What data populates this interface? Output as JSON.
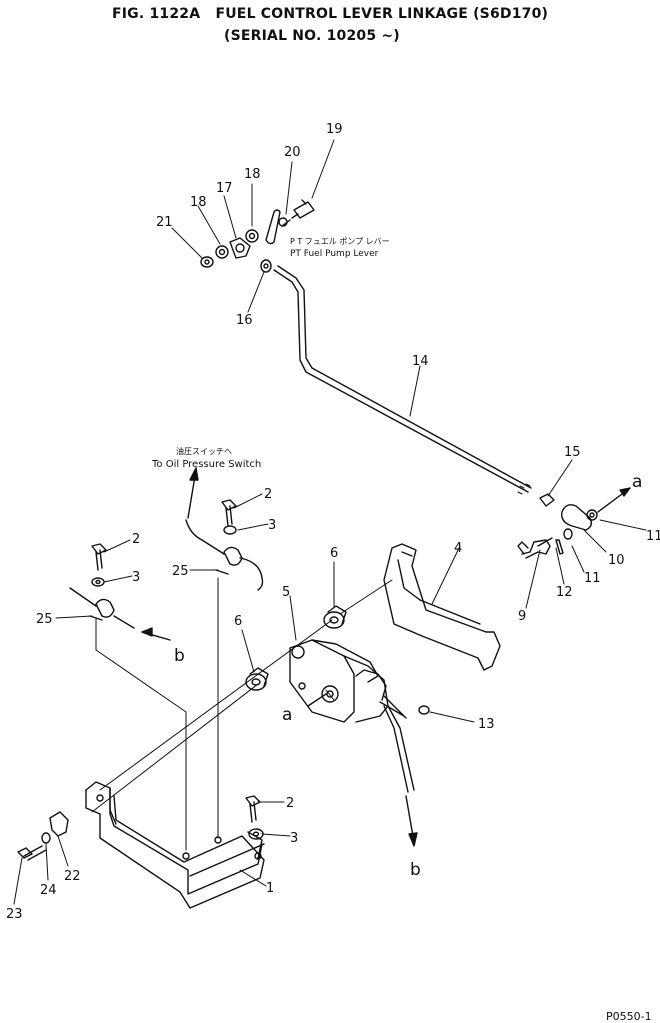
{
  "figure": {
    "title": "FIG. 1122A   FUEL CONTROL LEVER LINKAGE (S6D170)",
    "serial": "(SERIAL NO. 10205 ~)",
    "page_code": "P0550-1"
  },
  "notes": {
    "pt_pump_jp": "P T フュエル ポンプ レバー",
    "pt_pump_en": "PT Fuel Pump Lever",
    "oil_switch_jp": "油圧スイッチへ",
    "oil_switch_en": "To Oil Pressure Switch"
  },
  "callouts": {
    "c1": "1",
    "c2a": "2",
    "c2b": "2",
    "c2c": "2",
    "c3a": "3",
    "c3b": "3",
    "c3c": "3",
    "c4": "4",
    "c5": "5",
    "c6a": "6",
    "c6b": "6",
    "c9": "9",
    "c10": "10",
    "c11a": "11",
    "c11b": "11",
    "c12": "12",
    "c13": "13",
    "c14": "14",
    "c15": "15",
    "c16": "16",
    "c17": "17",
    "c18a": "18",
    "c18b": "18",
    "c19": "19",
    "c20": "20",
    "c21": "21",
    "c22": "22",
    "c23": "23",
    "c24": "24",
    "c25a": "25",
    "c25b": "25"
  },
  "connections": {
    "a_top": "a",
    "a_mid": "a",
    "b_left": "b",
    "b_bottom": "b"
  }
}
